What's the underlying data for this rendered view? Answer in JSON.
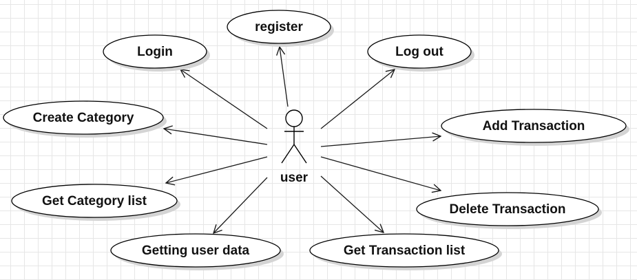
{
  "actor": {
    "name": "user"
  },
  "use_cases": [
    "register",
    "Login",
    "Log out",
    "Create Category",
    "Add Transaction",
    "Get Category list",
    "Delete Transaction",
    "Getting user data",
    "Get Transaction list"
  ],
  "colors": {
    "grid": "#e6e6e6",
    "stroke": "#000000",
    "fill": "#ffffff",
    "shadow": "#d4d4d4"
  }
}
